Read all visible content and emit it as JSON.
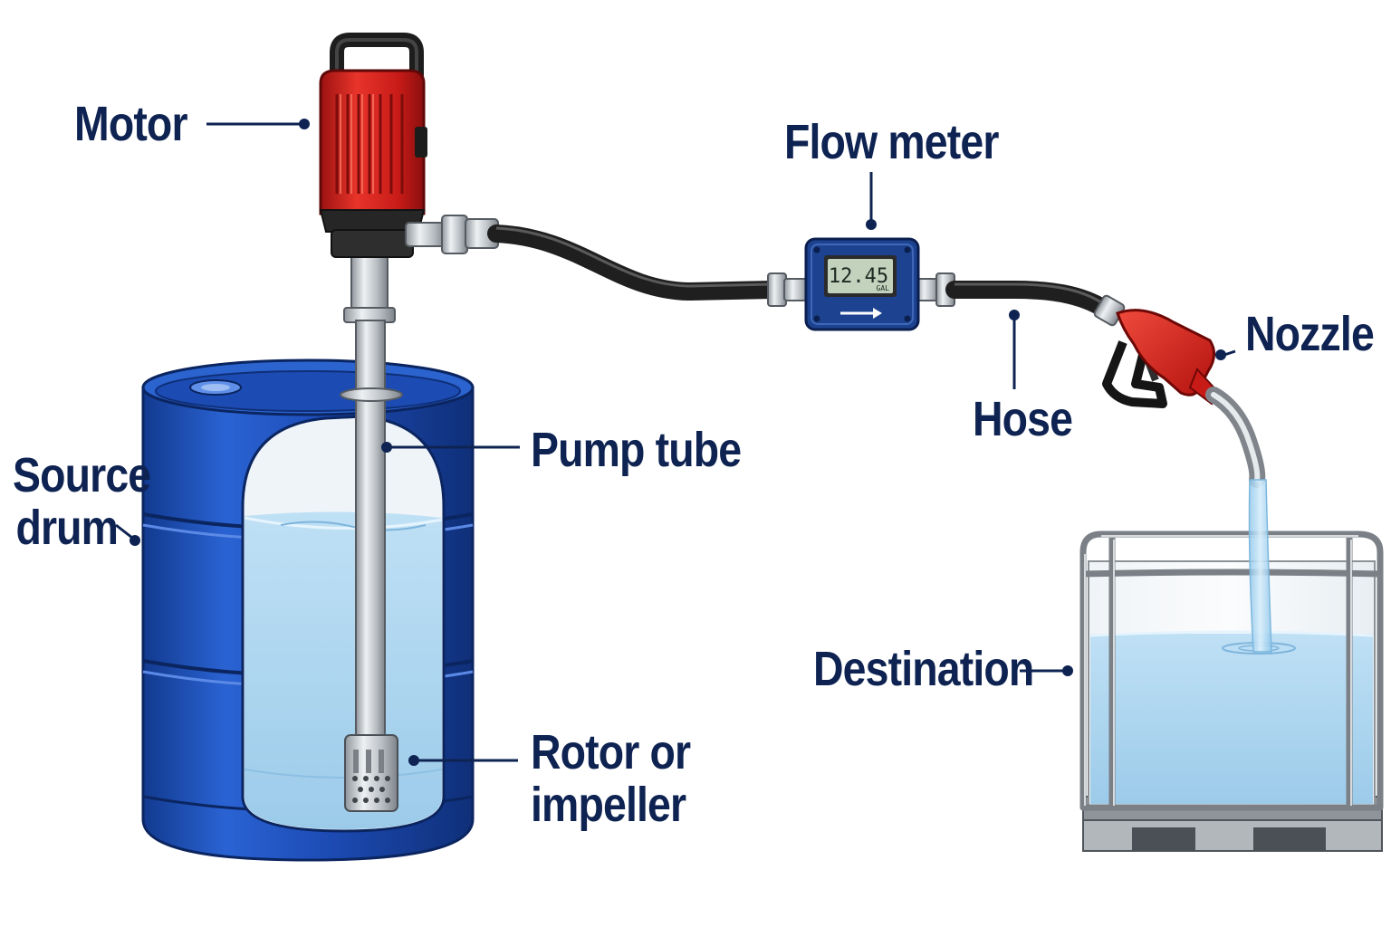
{
  "labels": {
    "motor": "Motor",
    "flow_meter": "Flow meter",
    "nozzle": "Nozzle",
    "hose": "Hose",
    "source_drum_line1": "Source",
    "source_drum_line2": "drum",
    "pump_tube": "Pump tube",
    "rotor_line1": "Rotor or",
    "rotor_line2": "impeller",
    "destination": "Destination"
  },
  "meter_display": {
    "value": "12.45",
    "unit": "GAL"
  },
  "colors": {
    "label_text": "#0e2352",
    "leader_line": "#0e2352",
    "drum_blue": "#1f4fb8",
    "motor_red": "#d8201e",
    "meter_blue": "#1c3f86",
    "liquid": "#a9d4ef",
    "hose": "#2a2a2a",
    "steel": "#c4c8cc"
  }
}
